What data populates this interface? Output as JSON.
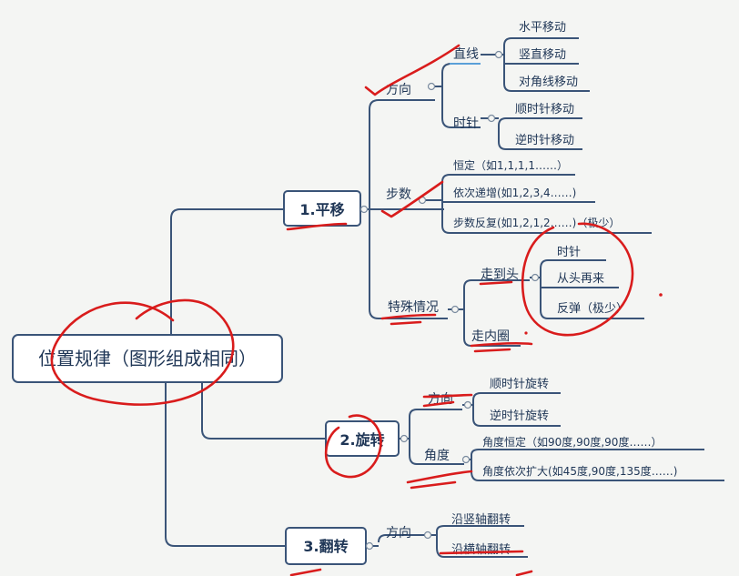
{
  "root": "位置规律（图形组成相同）",
  "branches": {
    "pingyi": {
      "label": "1.平移",
      "fangxiang": {
        "label": "方向",
        "zhixian": {
          "label": "直线",
          "items": [
            "水平移动",
            "竖直移动",
            "对角线移动"
          ]
        },
        "shizhen": {
          "label": "时针",
          "items": [
            "顺时针移动",
            "逆时针移动"
          ]
        }
      },
      "bushu": {
        "label": "步数",
        "items": [
          "恒定（如1,1,1,1……）",
          "依次递增(如1,2,3,4……)",
          "步数反复(如1,2,1,2……)（极少）"
        ]
      },
      "teshu": {
        "label": "特殊情况",
        "zoudaotou": {
          "label": "走到头",
          "items": [
            "时针",
            "从头再来",
            "反弹（极少）"
          ]
        },
        "zouneiquan": {
          "label": "走内圈"
        }
      }
    },
    "xuanzhuan": {
      "label": "2.旋转",
      "fangxiang": {
        "label": "方向",
        "items": [
          "顺时针旋转",
          "逆时针旋转"
        ]
      },
      "jiaodu": {
        "label": "角度",
        "items": [
          "角度恒定（如90度,90度,90度……）",
          "角度依次扩大(如45度,90度,135度……)"
        ]
      }
    },
    "fanzhuan": {
      "label": "3.翻转",
      "fangxiang": {
        "label": "方向",
        "items": [
          "沿竖轴翻转",
          "沿横轴翻转"
        ]
      }
    }
  }
}
